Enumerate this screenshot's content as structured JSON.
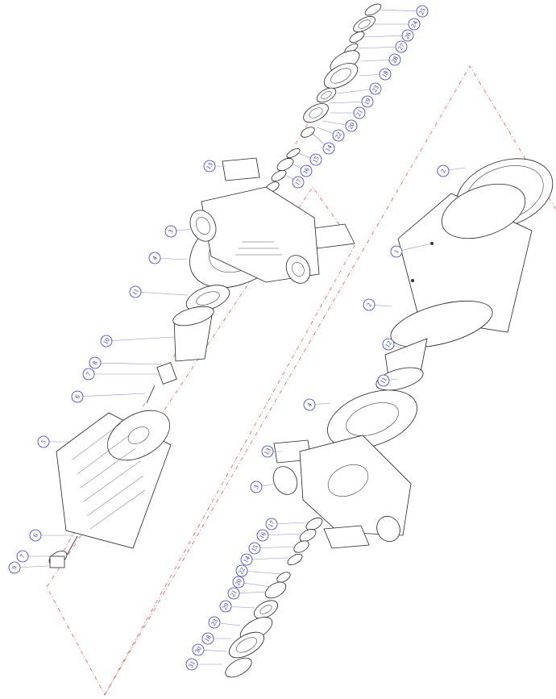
{
  "labels_left": [
    "25",
    "24",
    "26",
    "27",
    "28",
    "18",
    "23",
    "19",
    "21",
    "20",
    "22",
    "14",
    "15",
    "16",
    "17",
    "13",
    "3",
    "4",
    "11",
    "10",
    "8",
    "7",
    "6",
    "5",
    "6",
    "7",
    "9"
  ],
  "labels_right": [
    "2",
    "1",
    "2",
    "12",
    "11",
    "4",
    "13",
    "3",
    "17",
    "16",
    "15",
    "14",
    "22",
    "20",
    "21",
    "29",
    "23",
    "18",
    "30",
    "31"
  ],
  "colors": {
    "outline": "#222222",
    "axis": "#e04848",
    "balloon": "#3a3acc",
    "leader": "#8a8ad0"
  }
}
